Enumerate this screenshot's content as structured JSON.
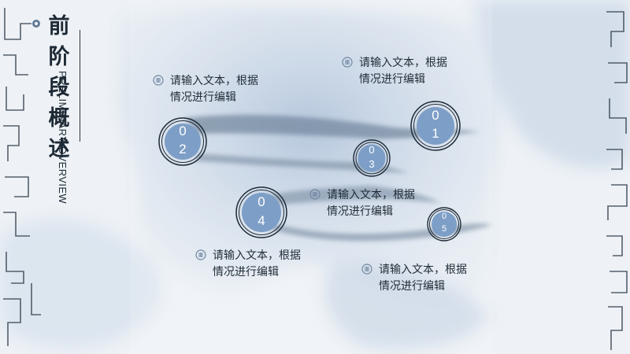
{
  "title": {
    "chars": [
      "前",
      "阶",
      "段",
      "概",
      "述"
    ],
    "subtitle": "PRELIMINARY OVERVIEW"
  },
  "nodes": [
    {
      "id": "01",
      "d1": "0",
      "d2": "1"
    },
    {
      "id": "02",
      "d1": "0",
      "d2": "2"
    },
    {
      "id": "03",
      "d1": "0",
      "d2": "3"
    },
    {
      "id": "04",
      "d1": "0",
      "d2": "4"
    },
    {
      "id": "05",
      "d1": "0",
      "d2": "5"
    }
  ],
  "notes": [
    {
      "line1": "请输入文本，根据",
      "line2": "情况进行编辑"
    },
    {
      "line1": "请输入文本，根据",
      "line2": "情况进行编辑"
    },
    {
      "line1": "请输入文本，根据",
      "line2": "情况进行编辑"
    },
    {
      "line1": "请输入文本，根据",
      "line2": "情况进行编辑"
    },
    {
      "line1": "请输入文本，根据",
      "line2": "情况进行编辑"
    }
  ],
  "colors": {
    "node_fill": "#7d9ec6",
    "ink": "#1e2a36",
    "wash": "#a9bdd6"
  },
  "icons": {
    "note_bullet": "seal-stamp-icon",
    "decor": "lattice-border-icon"
  }
}
